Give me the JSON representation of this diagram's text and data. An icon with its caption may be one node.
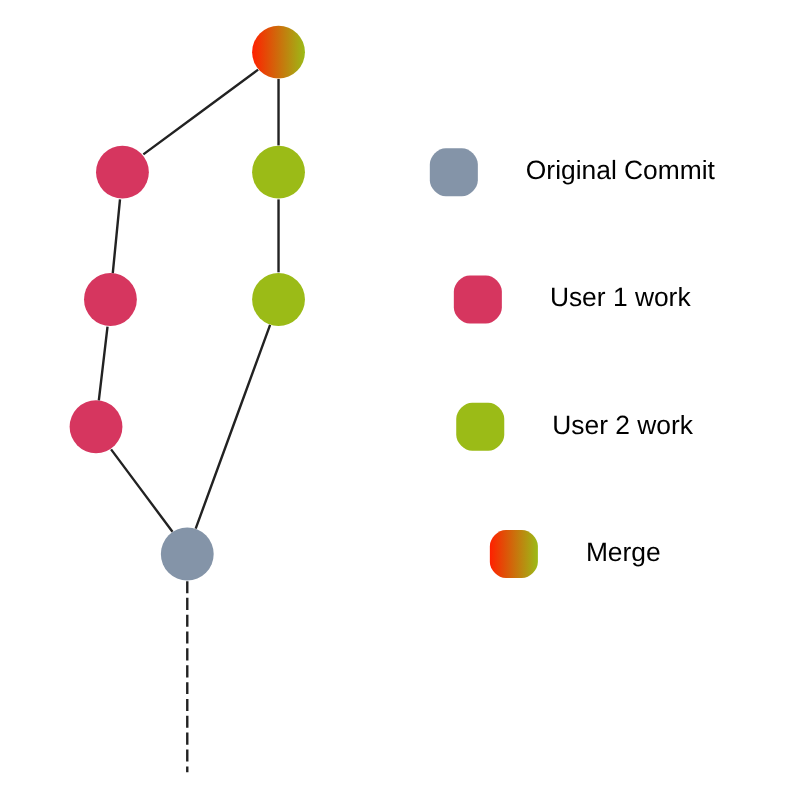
{
  "diagram": {
    "nodes": [
      {
        "text": [],
        "shape": "circle"
      },
      {
        "text": [],
        "shape": "circle"
      },
      {
        "text": [],
        "shape": "circle"
      },
      {
        "text": [],
        "shape": "circle"
      },
      {
        "text": [],
        "shape": "circle"
      },
      {
        "text": [],
        "shape": "circle"
      },
      {
        "text": [],
        "shape": "circle"
      }
    ],
    "edges": [
      {
        "from": 0,
        "to": 1,
        "arrow": "none"
      },
      {
        "from": 0,
        "to": 3,
        "arrow": "none"
      },
      {
        "from": 1,
        "to": 2,
        "arrow": "none"
      },
      {
        "from": 2,
        "to": 4,
        "arrow": "none"
      },
      {
        "from": 3,
        "to": 5,
        "arrow": "none"
      },
      {
        "from": 4,
        "to": 6,
        "arrow": "none"
      },
      {
        "from": 5,
        "to": 6,
        "arrow": "none"
      },
      {
        "from": 6,
        "to": null,
        "arrow": "none",
        "style": "dashed"
      }
    ],
    "legend": [
      {
        "text": "Original Commit",
        "color": "#8494a8"
      },
      {
        "text": "User 1 work",
        "color": "#d6365f"
      },
      {
        "text": "User 2 work",
        "color": "#9bbb17"
      },
      {
        "text": "Merge"
      }
    ]
  }
}
